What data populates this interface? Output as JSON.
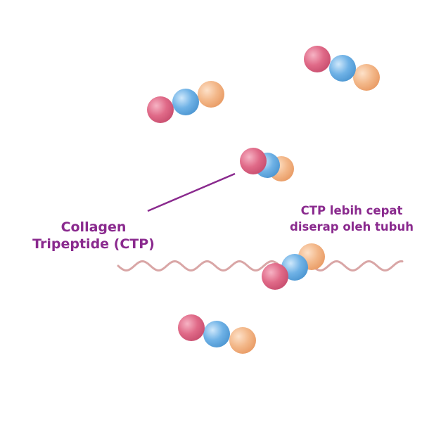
{
  "colors": {
    "background": "#ffffff",
    "label_text": "#8a2a8e",
    "pointer_line": "#8a2a8e",
    "membrane_wave": "#d9a6a6",
    "bead_pink": "#e06a88",
    "bead_blue": "#6fb2e6",
    "bead_peach": "#f3b88a"
  },
  "labels": {
    "ctp_name_line1": "Collagen",
    "ctp_name_line2": "Tripeptide (CTP)",
    "absorption_line1": "CTP lebih cepat",
    "absorption_line2": "diserap oleh tubuh"
  },
  "molecules": [
    {
      "id": "top-right",
      "beads": [
        "bead_pink",
        "bead_blue",
        "bead_peach"
      ]
    },
    {
      "id": "upper-left",
      "beads": [
        "bead_pink",
        "bead_blue",
        "bead_peach"
      ]
    },
    {
      "id": "center-compact",
      "beads": [
        "bead_pink",
        "bead_blue",
        "bead_peach"
      ]
    },
    {
      "id": "crossing-membrane",
      "beads": [
        "bead_pink",
        "bead_blue",
        "bead_peach"
      ]
    },
    {
      "id": "bottom",
      "beads": [
        "bead_pink",
        "bead_blue",
        "bead_peach"
      ]
    }
  ]
}
